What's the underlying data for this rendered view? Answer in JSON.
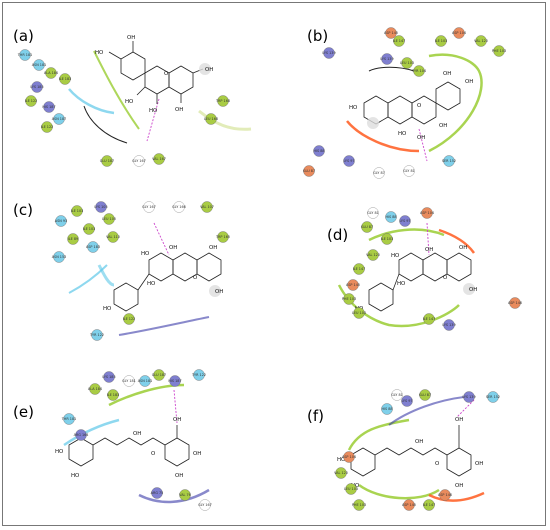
{
  "figure": {
    "panels": [
      {
        "id": "a",
        "label": "(a)",
        "residues": [
          {
            "name": "THR 181",
            "color": "#7fd0ea"
          },
          {
            "name": "ASN 181",
            "color": "#7fd0ea"
          },
          {
            "name": "ALA 184",
            "color": "#a9cc44"
          },
          {
            "name": "ILE 183",
            "color": "#a9cc44"
          },
          {
            "name": "LYS 185",
            "color": "#7f7fd0"
          },
          {
            "name": "ILE 122",
            "color": "#a9cc44"
          },
          {
            "name": "HIS 187",
            "color": "#7f7fd0"
          },
          {
            "name": "ASN 187",
            "color": "#7fd0ea"
          },
          {
            "name": "ILE 122",
            "color": "#a9cc44"
          },
          {
            "name": "GLU 187",
            "color": "#a9cc44"
          },
          {
            "name": "GLY 167",
            "color": "#ffffff"
          },
          {
            "name": "VAL 167",
            "color": "#a9cc44"
          },
          {
            "name": "TRP 168",
            "color": "#a9cc44"
          },
          {
            "name": "LEU 168",
            "color": "#a9cc44"
          }
        ]
      },
      {
        "id": "b",
        "label": "(b)",
        "residues": [
          {
            "name": "ASP 145",
            "color": "#e98b5d"
          },
          {
            "name": "ILE 147",
            "color": "#a9cc44"
          },
          {
            "name": "LYS 139",
            "color": "#7f7fd0"
          },
          {
            "name": "LYS 139",
            "color": "#7f7fd0"
          },
          {
            "name": "LEU 103",
            "color": "#a9cc44"
          },
          {
            "name": "TYR 104",
            "color": "#a9cc44"
          },
          {
            "name": "ILE 103",
            "color": "#a9cc44"
          },
          {
            "name": "ASP 104",
            "color": "#e98b5d"
          },
          {
            "name": "VAL 120",
            "color": "#a9cc44"
          },
          {
            "name": "PHE 103",
            "color": "#a9cc44"
          },
          {
            "name": "HIS 88",
            "color": "#7f7fd0"
          },
          {
            "name": "LYS 97",
            "color": "#7f7fd0"
          },
          {
            "name": "GLU 87",
            "color": "#e98b5d"
          },
          {
            "name": "GLY 87",
            "color": "#ffffff"
          },
          {
            "name": "GLY 81",
            "color": "#ffffff"
          },
          {
            "name": "SER 152",
            "color": "#7fd0ea"
          }
        ]
      },
      {
        "id": "c",
        "label": "(c)",
        "residues": [
          {
            "name": "LYS 105",
            "color": "#7f7fd0"
          },
          {
            "name": "ILE 103",
            "color": "#a9cc44"
          },
          {
            "name": "ASN 93",
            "color": "#7fd0ea"
          },
          {
            "name": "LEU 105",
            "color": "#a9cc44"
          },
          {
            "name": "ILE 103",
            "color": "#a9cc44"
          },
          {
            "name": "ILE 89",
            "color": "#a9cc44"
          },
          {
            "name": "ASP 183",
            "color": "#7fd0ea"
          },
          {
            "name": "VAL 110",
            "color": "#a9cc44"
          },
          {
            "name": "ASN 153",
            "color": "#7fd0ea"
          },
          {
            "name": "GLY 167",
            "color": "#ffffff"
          },
          {
            "name": "GLY 166",
            "color": "#ffffff"
          },
          {
            "name": "VAL 107",
            "color": "#a9cc44"
          },
          {
            "name": "TRP 165",
            "color": "#a9cc44"
          },
          {
            "name": "ILE 122",
            "color": "#a9cc44"
          },
          {
            "name": "TYR 122",
            "color": "#7fd0ea"
          }
        ]
      },
      {
        "id": "d",
        "label": "(d)",
        "residues": [
          {
            "name": "GLY 81",
            "color": "#ffffff"
          },
          {
            "name": "GLU 87",
            "color": "#a9cc44"
          },
          {
            "name": "HIS 88",
            "color": "#7fd0ea"
          },
          {
            "name": "LYS 97",
            "color": "#7f7fd0"
          },
          {
            "name": "ASP 104",
            "color": "#e98b5d"
          },
          {
            "name": "ILE 103",
            "color": "#a9cc44"
          },
          {
            "name": "VAL 120",
            "color": "#a9cc44"
          },
          {
            "name": "ILE 147",
            "color": "#a9cc44"
          },
          {
            "name": "ASP 145",
            "color": "#e98b5d"
          },
          {
            "name": "PHE 103",
            "color": "#a9cc44"
          },
          {
            "name": "LEU 103",
            "color": "#a9cc44"
          },
          {
            "name": "ILE 147",
            "color": "#a9cc44"
          },
          {
            "name": "LYS 139",
            "color": "#7f7fd0"
          },
          {
            "name": "ASP 146",
            "color": "#e98b5d"
          }
        ]
      },
      {
        "id": "e",
        "label": "(e)",
        "residues": [
          {
            "name": "LYS 185",
            "color": "#7f7fd0"
          },
          {
            "name": "GLY 181",
            "color": "#ffffff"
          },
          {
            "name": "ALA 184",
            "color": "#a9cc44"
          },
          {
            "name": "ILE 183",
            "color": "#a9cc44"
          },
          {
            "name": "ASN 181",
            "color": "#7fd0ea"
          },
          {
            "name": "GLU 187",
            "color": "#a9cc44"
          },
          {
            "name": "HIS 187",
            "color": "#7f7fd0"
          },
          {
            "name": "TYR 122",
            "color": "#7fd0ea"
          },
          {
            "name": "THR 181",
            "color": "#7fd0ea"
          },
          {
            "name": "ARG 164",
            "color": "#7f7fd0"
          },
          {
            "name": "ARG 75",
            "color": "#7f7fd0"
          },
          {
            "name": "VAL 76",
            "color": "#a9cc44"
          },
          {
            "name": "GLY 167",
            "color": "#ffffff"
          }
        ]
      },
      {
        "id": "f",
        "label": "(f)",
        "residues": [
          {
            "name": "GLY 81",
            "color": "#ffffff"
          },
          {
            "name": "HIS 88",
            "color": "#7fd0ea"
          },
          {
            "name": "LYS 97",
            "color": "#7f7fd0"
          },
          {
            "name": "GLU 87",
            "color": "#a9cc44"
          },
          {
            "name": "SER 152",
            "color": "#7fd0ea"
          },
          {
            "name": "ASP 104",
            "color": "#e98b5d"
          },
          {
            "name": "VAL 120",
            "color": "#a9cc44"
          },
          {
            "name": "LEU 103",
            "color": "#a9cc44"
          },
          {
            "name": "PHE 103",
            "color": "#a9cc44"
          },
          {
            "name": "ASP 145",
            "color": "#e98b5d"
          },
          {
            "name": "ILE 147",
            "color": "#a9cc44"
          },
          {
            "name": "ASP 146",
            "color": "#e98b5d"
          },
          {
            "name": "LYS 139",
            "color": "#7f7fd0"
          }
        ]
      }
    ],
    "atoms": {
      "hydroxyl": "OH",
      "hydroxyl_left": "HO",
      "ring_oxygen": "O"
    },
    "colors": {
      "hydrophobic": "#a9cc44",
      "polar": "#7fd0ea",
      "positive": "#7f7fd0",
      "negative": "#e98b5d",
      "glycine": "#ffffff",
      "hbond": "#cc44cc",
      "pocket_green": "#9acd32",
      "pocket_orange": "#ff5a1f",
      "pocket_blue": "#3a3aa8",
      "pocket_cyan": "#5ec8e8"
    }
  }
}
